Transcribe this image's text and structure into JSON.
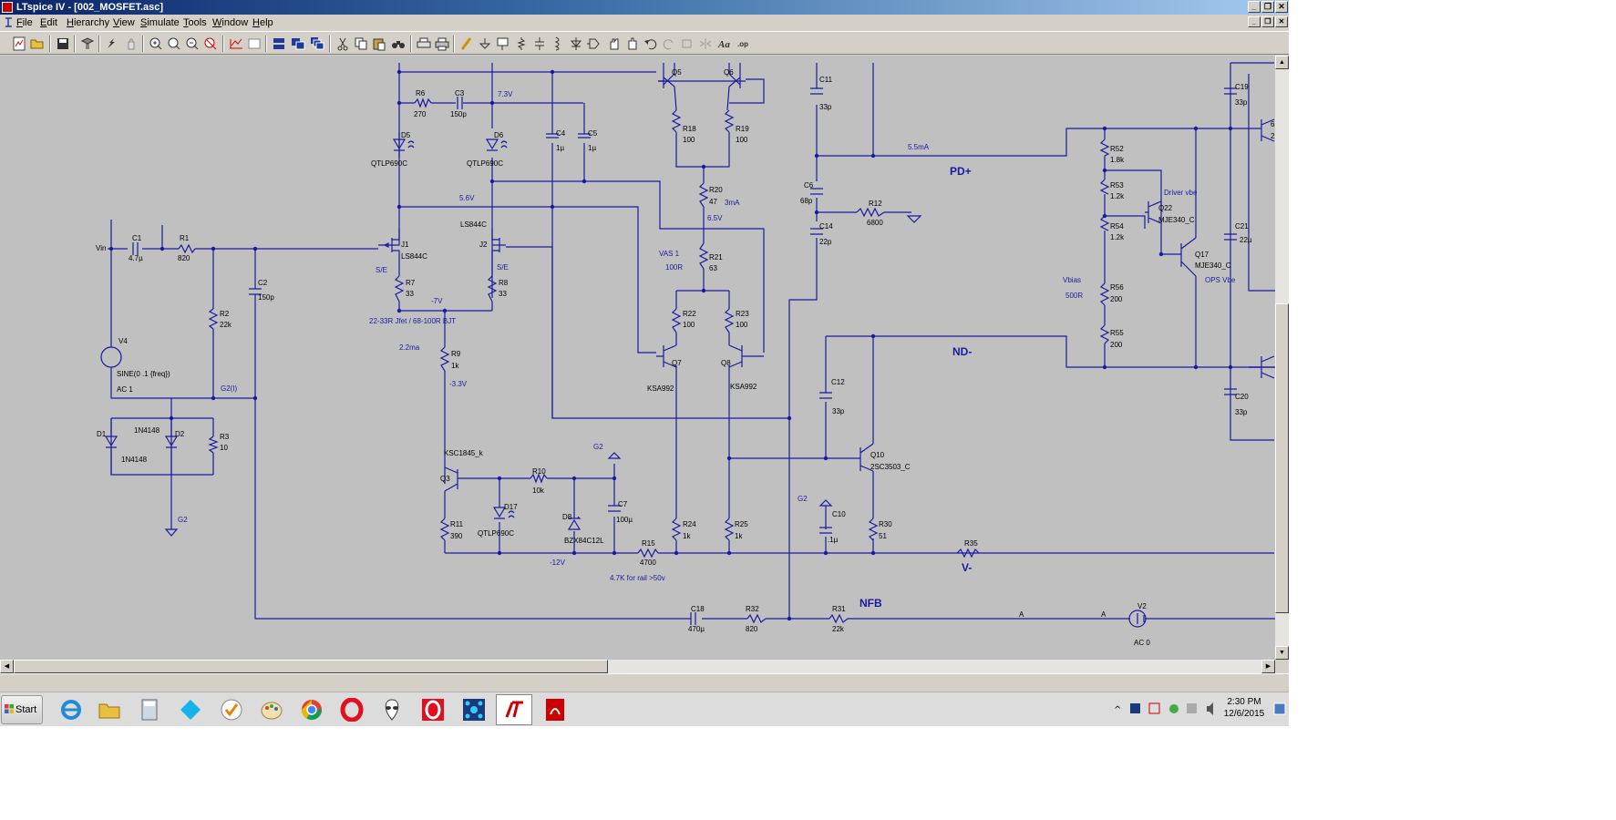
{
  "window": {
    "title": "LTspice IV - [002_MOSFET.asc]"
  },
  "menu": {
    "items": [
      {
        "key": "F",
        "rest": "ile"
      },
      {
        "key": "E",
        "rest": "dit"
      },
      {
        "key": "H",
        "rest": "ierarchy"
      },
      {
        "key": "V",
        "rest": "iew"
      },
      {
        "key": "S",
        "rest": "imulate"
      },
      {
        "key": "T",
        "rest": "ools"
      },
      {
        "key": "W",
        "rest": "indow"
      },
      {
        "key": "H",
        "rest": "elp"
      }
    ]
  },
  "toolbar": {
    "icons": [
      "new-schematic-icon",
      "open-icon",
      "save-icon",
      "control-panel-icon",
      "run-icon",
      "halt-icon",
      "zoom-in-icon",
      "zoom-pan-icon",
      "zoom-out-icon",
      "zoom-fit-icon",
      "autorange-icon",
      "waveform-icon",
      "tile-horizontal-icon",
      "tile-vertical-icon",
      "cascade-icon",
      "cut-icon",
      "copy-icon",
      "paste-icon",
      "find-icon",
      "print-setup-icon",
      "print-icon",
      "wire-icon",
      "ground-icon",
      "label-icon",
      "resistor-icon",
      "capacitor-icon",
      "inductor-icon",
      "diode-icon",
      "component-icon",
      "move-icon",
      "drag-icon",
      "undo-icon",
      "redo-icon",
      "rotate-icon",
      "mirror-icon",
      "text-icon",
      "spice-directive-icon"
    ]
  },
  "schematic": {
    "labels": {
      "vin": "Vin",
      "c1": "C1",
      "c1v": "4.7µ",
      "r1": "R1",
      "r1v": "820",
      "v4": "V4",
      "v4spec": "SINE(0 .1 {freq})",
      "v4ac": "AC 1",
      "r2": "R2",
      "r2v": "22k",
      "g2i": "G2(I)",
      "d1": "D1",
      "d2": "D2",
      "d1m": "1N4148",
      "d2m": "1N4148",
      "r3": "R3",
      "r3v": "10",
      "g2a": "G2",
      "c2": "C2",
      "c2v": "150p",
      "r6": "R6",
      "r6v": "270",
      "c3": "C3",
      "c3v": "150p",
      "v73": "7.3V",
      "d5": "D5",
      "d5m": "QTLP690C",
      "d6": "D6",
      "d6m": "QTLP690C",
      "c4": "C4",
      "c4v": "1µ",
      "c5": "C5",
      "c5v": "1µ",
      "v56": "5.6V",
      "ls844c_a": "LS844C",
      "j1": "J1",
      "j1m": "LS844C",
      "j2": "J2",
      "se1": "S/E",
      "se2": "S/E",
      "r7": "R7",
      "r7v": "33",
      "r8": "R8",
      "r8v": "33",
      "vm7": "-7V",
      "jfetnote": "22-33R Jfet / 68-100R BJT",
      "ma22": "2.2ma",
      "r9": "R9",
      "r9v": "1k",
      "vm33": "-3.3V",
      "q5": "Q5",
      "q6": "Q6",
      "r18": "R18",
      "r18v": "100",
      "r19": "R19",
      "r19v": "100",
      "r20": "R20",
      "r20v": "47",
      "ma3": "3mA",
      "v65": "6.5V",
      "vas1": "VAS 1",
      "r100": "100R",
      "r21": "R21",
      "r21v": "63",
      "r22": "R22",
      "r22v": "100",
      "r23": "R23",
      "r23v": "100",
      "q7": "Q7",
      "q7m": "KSA992",
      "q8": "Q8",
      "q8m": "KSA992",
      "q3m": "KSC1845_k",
      "q3": "Q3",
      "r10": "R10",
      "r10v": "10k",
      "g2b": "G2",
      "d17": "D17",
      "d17m": "QTLP690C",
      "d8": "D8",
      "d8m": "BZX84C12L",
      "c7": "C7",
      "c7v": "100µ",
      "r11": "R11",
      "r11v": "390",
      "vm12": "-12V",
      "r15": "R15",
      "r15v": "4700",
      "railnote": "4.7K for rail >50v",
      "r24": "R24",
      "r24v": "1k",
      "r25": "R25",
      "r25v": "1k",
      "c11": "C11",
      "c11v": "33p",
      "c6": "C6",
      "c6v": "68p",
      "c14": "C14",
      "c14v": "22p",
      "r12": "R12",
      "r12v": "6800",
      "ma55": "5.5mA",
      "pdp": "PD+",
      "ndm": "ND-",
      "c12": "C12",
      "c12v": "33p",
      "q10": "Q10",
      "q10m": "2SC3503_C",
      "g2c": "G2",
      "c10": "C10",
      "c10v": ".1µ",
      "r30": "R30",
      "r30v": "51",
      "r35": "R35",
      "vminus": "V-",
      "r52": "R52",
      "r52v": "1.8k",
      "r53": "R53",
      "r53v": "1.2k",
      "r54": "R54",
      "r54v": "1.2k",
      "drivervbe": "Driver vbe",
      "q22": "Q22",
      "q22m": "MJE340_C",
      "q17": "Q17",
      "q17m": "MJE340_C",
      "opsvbe": "OPS Vbe",
      "vbias": "Vbias",
      "r500": "500R",
      "r56": "R56",
      "r56v": "200",
      "r55": "R55",
      "r55v": "200",
      "c19": "C19",
      "c19v": "33p",
      "c21": "C21",
      "c21v": "22µ",
      "c20": "C20",
      "c20v": "33p",
      "q_cut": "6",
      "q_cut2": "2",
      "c18": "C18",
      "c18v": "470µ",
      "r32": "R32",
      "r32v": "820",
      "r31": "R31",
      "r31v": "22k",
      "nfb": "NFB",
      "a1": "A",
      "a2": "A",
      "v2": "V2",
      "v2ac": "AC 0"
    }
  },
  "taskbar": {
    "start_label": "Start",
    "apps": [
      "internet-explorer-icon",
      "file-explorer-icon",
      "calculator-icon",
      "kodi-icon",
      "vlc-icon",
      "paint-icon",
      "chrome-icon",
      "opera-icon",
      "alien-icon",
      "opera-red-icon",
      "network-app-icon",
      "ltspice-icon",
      "acrobat-icon"
    ],
    "clock_time": "2:30 PM",
    "clock_date": "12/6/2015"
  }
}
